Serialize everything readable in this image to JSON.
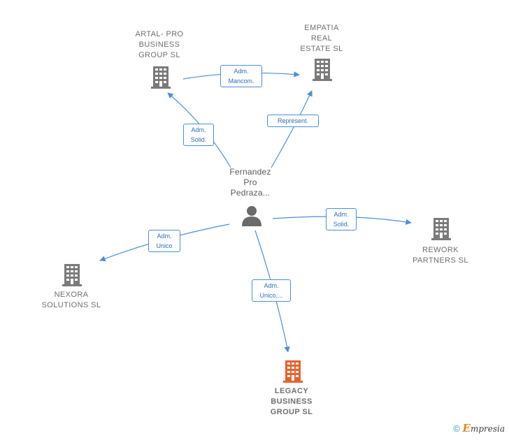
{
  "nodes": {
    "person": {
      "label": "Fernandez\nPro\nPedraza...",
      "icon": "person-icon"
    },
    "artal": {
      "label": "ARTAL- PRO\nBUSINESS\nGROUP SL",
      "icon": "building-icon"
    },
    "empatia": {
      "label": "EMPATIA\nREAL\nESTATE SL",
      "icon": "building-icon"
    },
    "rework": {
      "label": "REWORK\nPARTNERS SL",
      "icon": "building-icon"
    },
    "nexora": {
      "label": "NEXORA\nSOLUTIONS SL",
      "icon": "building-icon"
    },
    "legacy": {
      "label": "LEGACY\nBUSINESS\nGROUP SL",
      "icon": "building-icon"
    }
  },
  "edges": {
    "artal_empatia": "Adm.\nMancom.",
    "person_artal": "Adm.\nSolid.",
    "person_empatia": "Represent.",
    "person_rework": "Adm.\nSolid.",
    "person_nexora": "Adm.\nUnico",
    "person_legacy": "Adm.\nUnico,..."
  },
  "footer": {
    "copyright": "©",
    "brand_first": "E",
    "brand_rest": "mpresia"
  },
  "colors": {
    "edge": "#4a90d9",
    "building": "#7a7a7a",
    "highlight": "#e8612c",
    "person": "#6b6b6b"
  }
}
